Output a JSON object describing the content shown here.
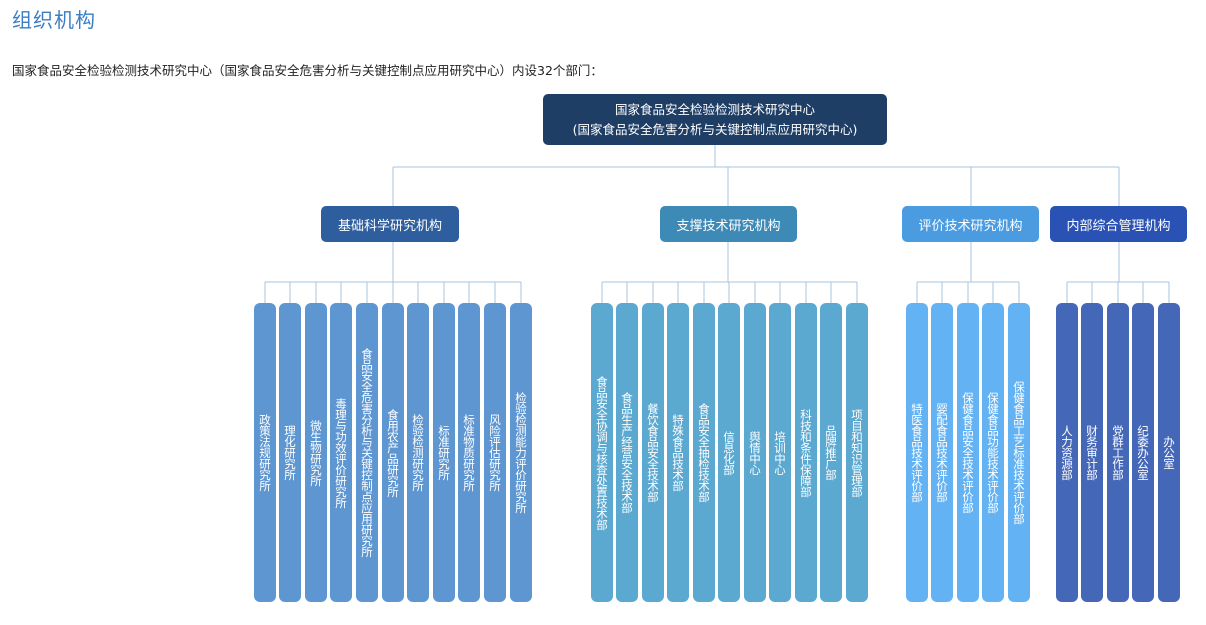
{
  "page": {
    "title": "组织机构",
    "intro": "国家食品安全检验检测技术研究中心（国家食品安全危害分析与关键控制点应用研究中心）内设32个部门："
  },
  "org": {
    "root": {
      "line1": "国家食品安全检验检测技术研究中心",
      "line2": "(国家食品安全危害分析与关键控制点应用研究中心)"
    },
    "groups": [
      {
        "name": "基础科学研究机构",
        "color": "#2f5e9e",
        "dept_color": "#5e96d2",
        "departments": [
          "政策法规研究所",
          "理化研究所",
          "微生物研究所",
          "毒理与功效评价研究所",
          "食品安全危害分析与关键控制点应用研究所",
          "食用农产品研究所",
          "检验检测研究所",
          "标准研究所",
          "标准物质研究所",
          "风险评估研究所",
          "检验检测能力评价研究所"
        ]
      },
      {
        "name": "支撑技术研究机构",
        "color": "#3e8ab7",
        "dept_color": "#5ba8d0",
        "departments": [
          "食品安全协调与核查处置技术部",
          "食品生产经营安全技术部",
          "餐饮食品安全技术部",
          "特殊食品技术部",
          "食品安全抽检技术部",
          "信息化部",
          "舆情中心",
          "培训中心",
          "科技和条件保障部",
          "品牌推广部",
          "项目和知识管理部"
        ]
      },
      {
        "name": "评价技术研究机构",
        "color": "#4a9be0",
        "dept_color": "#63b2f3",
        "departments": [
          "特医食品技术评价部",
          "婴配食品技术评价部",
          "保健食品安全技术评价部",
          "保健食品功能技术评价部",
          "保健食品工艺标准技术评价部"
        ]
      },
      {
        "name": "内部综合管理机构",
        "color": "#2a52b5",
        "dept_color": "#4567b8",
        "departments": [
          "人力资源部",
          "财务审计部",
          "党群工作部",
          "纪委办公室",
          "办公室"
        ]
      }
    ]
  }
}
